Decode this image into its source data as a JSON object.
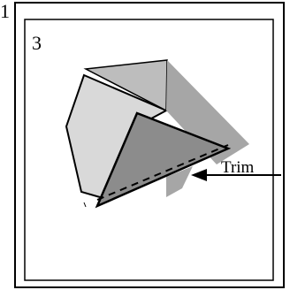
{
  "edge_number": "1",
  "step_number": "3",
  "trim_label": "Trim",
  "colors": {
    "outline": "#000000",
    "panel_light": "#d9d9d9",
    "panel_mid": "#bdbdbd",
    "panel_side": "#a6a6a6",
    "panel_dark": "#8c8c8c",
    "background": "#ffffff"
  }
}
